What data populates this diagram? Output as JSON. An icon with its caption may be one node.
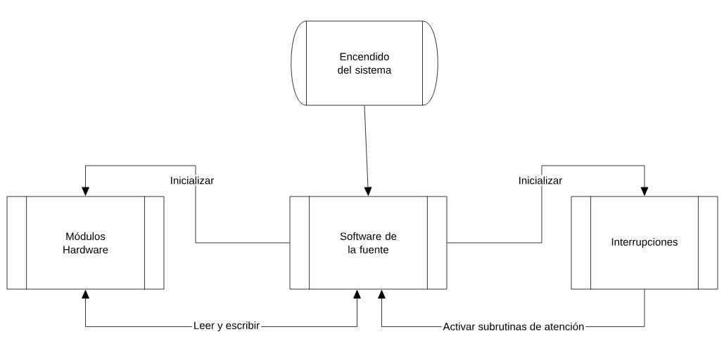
{
  "diagram": {
    "nodes": [
      {
        "text": [
          "Encendido del sistema"
        ]
      },
      {
        "text": [
          "Módulos Hardware"
        ]
      },
      {
        "text": [
          "Software de la fuente"
        ]
      },
      {
        "text": [
          "Interrupciones"
        ]
      }
    ],
    "edges": [
      {
        "from": 0,
        "to": 2,
        "arrow": "to"
      },
      {
        "from": 2,
        "to": 1,
        "arrow": "to",
        "label": "Inicializar"
      },
      {
        "from": 2,
        "to": 3,
        "arrow": "to",
        "label": "Inicializar"
      },
      {
        "from": 1,
        "to": 2,
        "arrow": "both",
        "label": "Leer y escribir"
      },
      {
        "from": 3,
        "to": 2,
        "arrow": "to",
        "label": "Activar subrutinas de atención"
      }
    ]
  }
}
